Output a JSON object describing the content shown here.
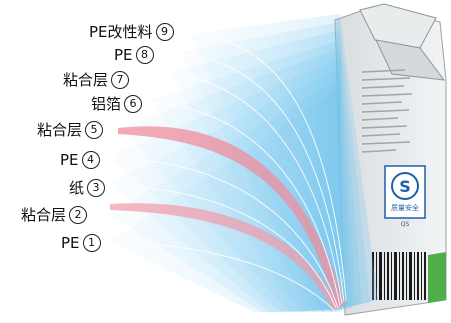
{
  "layers": [
    {
      "name": "PE",
      "number": "1",
      "color": "#8ccff0"
    },
    {
      "name": "粘合层",
      "number": "2",
      "color": "#f29aa8"
    },
    {
      "name": "纸",
      "number": "3",
      "color": "#8ccff0"
    },
    {
      "name": "PE",
      "number": "4",
      "color": "#8ccff0"
    },
    {
      "name": "粘合层",
      "number": "5",
      "color": "#f08d9c"
    },
    {
      "name": "铝箔",
      "number": "6",
      "color": "#8ccff0"
    },
    {
      "name": "粘合层",
      "number": "7",
      "color": "#8ccff0"
    },
    {
      "name": "PE",
      "number": "8",
      "color": "#8ccff0"
    },
    {
      "name": "PE改性料",
      "number": "9",
      "color": "#8ccff0"
    }
  ],
  "carton": {
    "logo_letter": "S",
    "logo_caption": "质量安全",
    "logo_code": "QS"
  }
}
